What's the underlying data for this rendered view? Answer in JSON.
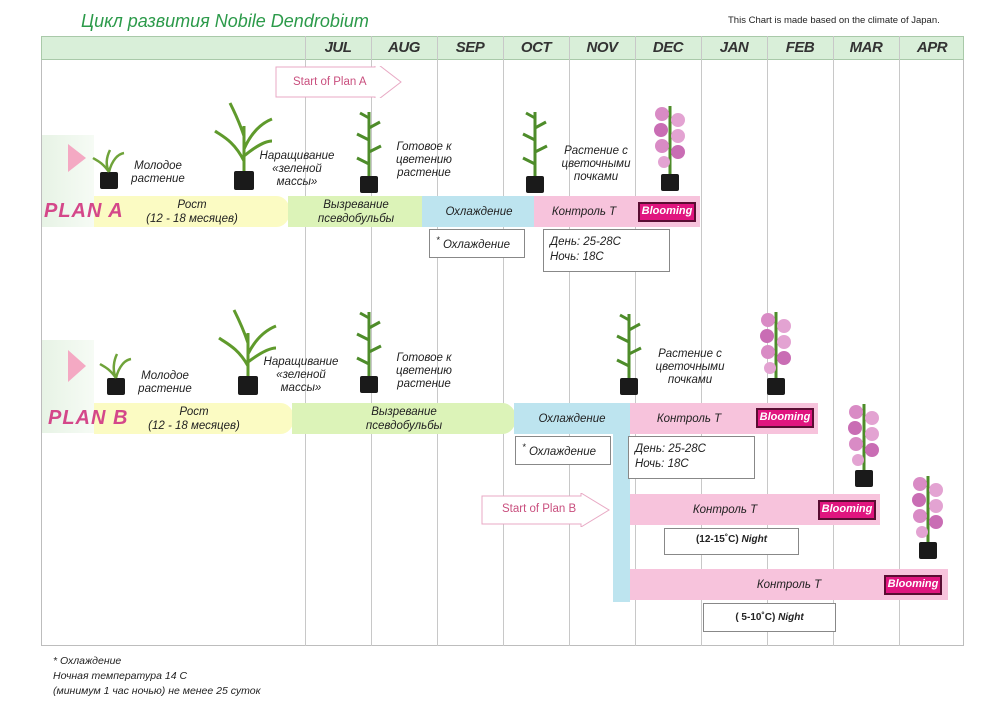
{
  "title": "Цикл развития Nobile Dendrobium",
  "note": "This Chart is made based on the climate of Japan.",
  "months": [
    "JUL",
    "AUG",
    "SEP",
    "OCT",
    "NOV",
    "DEC",
    "JAN",
    "FEB",
    "MAR",
    "APR"
  ],
  "plan_a": {
    "label": "PLAN  A",
    "start": "Start of Plan A",
    "stages": {
      "young": "Молодое растение",
      "mass": "Наращивание «зеленой массы»",
      "ready": "Готовое к цветению растение",
      "buds": "Растение с цветочными почками"
    },
    "segments": {
      "growth": "Рост\n(12 - 18 месяцев)",
      "mature": "Вызревание\nпсевдобульбы",
      "cool": "Охлаждение",
      "control": "Контроль T",
      "blooming": "Blooming"
    },
    "box_cool": "Охлаждение",
    "box_cool_mark": "*",
    "box_temp": "День: 25-28C\nНочь: 18C"
  },
  "plan_b": {
    "label": "PLAN  B",
    "start": "Start of Plan B",
    "stages": {
      "young": "Молодое растение",
      "mass": "Наращивание «зеленой массы»",
      "ready": "Готовое к цветению растение",
      "buds": "Растение с цветочными почками"
    },
    "segments": {
      "growth": "Рост\n(12 - 18 месяцев)",
      "mature": "Вызревание\nпсевдобульбы",
      "cool": "Охлаждение",
      "control": "Контроль T",
      "blooming": "Blooming"
    },
    "box_cool": "Охлаждение",
    "box_cool_mark": "*",
    "box_temp": "День: 25-28C\nНочь: 18C",
    "row2": {
      "control": "Контроль T",
      "blooming": "Blooming",
      "note_temp": "(12-15˚C)",
      "note_unit": "Night"
    },
    "row3": {
      "control": "Контроль T",
      "blooming": "Blooming",
      "note_temp": "( 5-10˚C)",
      "note_unit": "Night"
    }
  },
  "footnote": {
    "l1": "* Охлаждение",
    "l2": "Ночная температура 14 С",
    "l3": "(минимум 1 час ночью) не менее 25 суток"
  },
  "colors": {
    "growth": "#fbfbc3",
    "mature": "#dcf3b8",
    "cool": "#bde4ef",
    "control": "#f7c3dc",
    "blooming": "#e0157f",
    "month_bar": "#d9efd9",
    "plan_label": "#d4478a"
  }
}
